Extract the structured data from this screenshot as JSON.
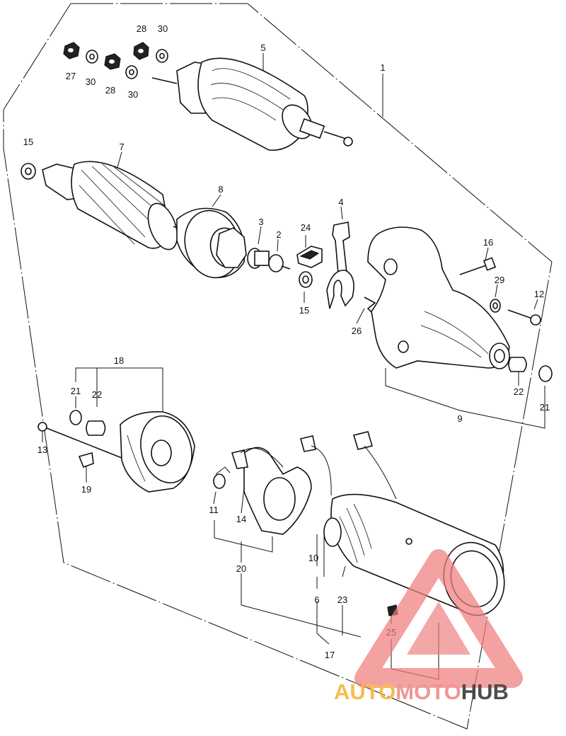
{
  "diagram": {
    "labels": {
      "p1": "1",
      "p2": "2",
      "p3": "3",
      "p4": "4",
      "p5": "5",
      "p6": "6",
      "p7": "7",
      "p8": "8",
      "p9": "9",
      "p10": "10",
      "p11": "11",
      "p12": "12",
      "p13": "13",
      "p14": "14",
      "p15a": "15",
      "p15b": "15",
      "p16": "16",
      "p17": "17",
      "p18": "18",
      "p19": "19",
      "p20": "20",
      "p21a": "21",
      "p21b": "21",
      "p22a": "22",
      "p22b": "22",
      "p23": "23",
      "p24": "24",
      "p25": "25",
      "p26": "26",
      "p27": "27",
      "p28a": "28",
      "p28b": "28",
      "p29": "29",
      "p30a": "30",
      "p30b": "30",
      "p30c": "30"
    }
  },
  "watermark": {
    "part_a": "AUTO",
    "part_b": "MOTO",
    "part_c": "HUB",
    "colors": {
      "a": "#f4b63a",
      "b": "#ef8a8a",
      "c": "#3a3a3a"
    }
  }
}
